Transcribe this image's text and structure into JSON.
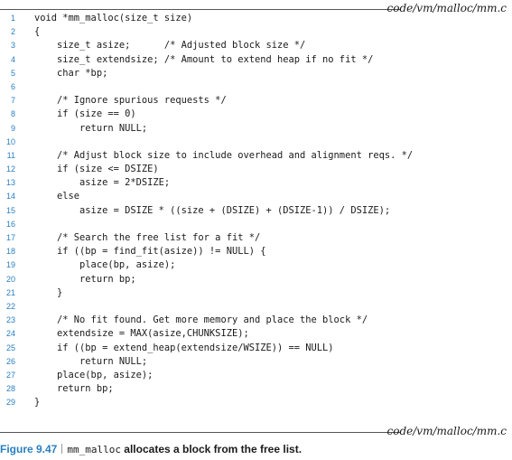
{
  "file_label": "code/vm/malloc/mm.c",
  "code_lines": [
    {
      "no": "1",
      "text": "void *mm_malloc(size_t size)"
    },
    {
      "no": "2",
      "text": "{"
    },
    {
      "no": "3",
      "text": "    size_t asize;      /* Adjusted block size */"
    },
    {
      "no": "4",
      "text": "    size_t extendsize; /* Amount to extend heap if no fit */"
    },
    {
      "no": "5",
      "text": "    char *bp;"
    },
    {
      "no": "6",
      "text": ""
    },
    {
      "no": "7",
      "text": "    /* Ignore spurious requests */"
    },
    {
      "no": "8",
      "text": "    if (size == 0)"
    },
    {
      "no": "9",
      "text": "        return NULL;"
    },
    {
      "no": "10",
      "text": ""
    },
    {
      "no": "11",
      "text": "    /* Adjust block size to include overhead and alignment reqs. */"
    },
    {
      "no": "12",
      "text": "    if (size <= DSIZE)"
    },
    {
      "no": "13",
      "text": "        asize = 2*DSIZE;"
    },
    {
      "no": "14",
      "text": "    else"
    },
    {
      "no": "15",
      "text": "        asize = DSIZE * ((size + (DSIZE) + (DSIZE-1)) / DSIZE);"
    },
    {
      "no": "16",
      "text": ""
    },
    {
      "no": "17",
      "text": "    /* Search the free list for a fit */"
    },
    {
      "no": "18",
      "text": "    if ((bp = find_fit(asize)) != NULL) {"
    },
    {
      "no": "19",
      "text": "        place(bp, asize);"
    },
    {
      "no": "20",
      "text": "        return bp;"
    },
    {
      "no": "21",
      "text": "    }"
    },
    {
      "no": "22",
      "text": ""
    },
    {
      "no": "23",
      "text": "    /* No fit found. Get more memory and place the block */"
    },
    {
      "no": "24",
      "text": "    extendsize = MAX(asize,CHUNKSIZE);"
    },
    {
      "no": "25",
      "text": "    if ((bp = extend_heap(extendsize/WSIZE)) == NULL)"
    },
    {
      "no": "26",
      "text": "        return NULL;"
    },
    {
      "no": "27",
      "text": "    place(bp, asize);"
    },
    {
      "no": "28",
      "text": "    return bp;"
    },
    {
      "no": "29",
      "text": "}"
    }
  ],
  "caption": {
    "number": "Figure 9.47",
    "code": "mm_malloc",
    "text": " allocates a block from the free list."
  },
  "colors": {
    "accent": "#2a7fc0",
    "text": "#1a1a1a",
    "rule": "#555555"
  }
}
